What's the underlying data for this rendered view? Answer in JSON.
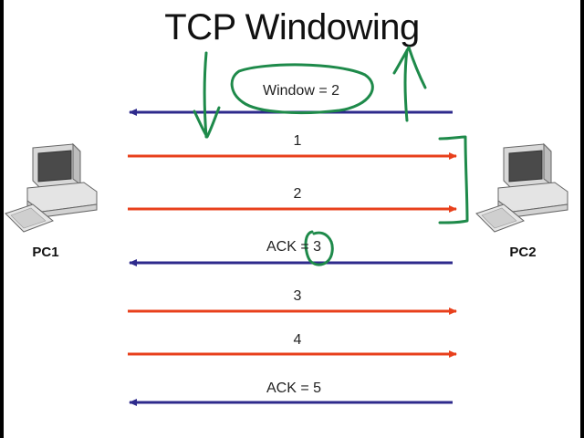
{
  "title": "TCP Windowing",
  "colors": {
    "send": "#e8401c",
    "ack": "#2e2a8c",
    "annotation": "#1e8a4a"
  },
  "nodes": {
    "left": "PC1",
    "right": "PC2"
  },
  "messages": [
    {
      "label": "Window = 2",
      "direction": "PC2 to PC1"
    },
    {
      "label": "1",
      "direction": "PC1 to PC2"
    },
    {
      "label": "2",
      "direction": "PC1 to PC2"
    },
    {
      "label": "ACK = 3",
      "direction": "PC2 to PC1"
    },
    {
      "label": "3",
      "direction": "PC1 to PC2"
    },
    {
      "label": "4",
      "direction": "PC1 to PC2"
    },
    {
      "label": "ACK = 5",
      "direction": "PC2 to PC1"
    }
  ]
}
